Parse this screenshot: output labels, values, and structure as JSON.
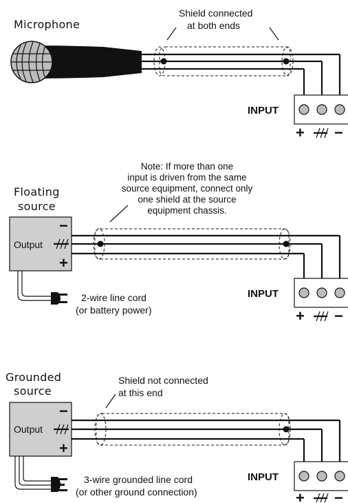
{
  "mic": {
    "title": "Microphone",
    "note": [
      "Shield connected",
      "at both ends"
    ]
  },
  "floating": {
    "title": [
      "Floating",
      "source"
    ],
    "output_label": "Output",
    "note": [
      "Note: If more than one",
      "input is driven from the same",
      "source equipment, connect only",
      "one shield at the source",
      "equipment chassis."
    ],
    "cord": [
      "2-wire line cord",
      "(or battery power)"
    ]
  },
  "grounded": {
    "title": [
      "Grounded",
      "source"
    ],
    "output_label": "Output",
    "note": [
      "Shield not connected",
      "at this end"
    ],
    "cord": [
      "3-wire grounded line cord",
      "(or other ground connection)"
    ]
  },
  "input": {
    "label": "INPUT",
    "plus": "+",
    "minus": "−",
    "ground_symbol": "⏚"
  },
  "colors": {
    "ink": "#111111",
    "box_fill": "#cfcfcf",
    "terminal_fill": "#bdbdbd",
    "mic_head": "#bcbcbc"
  }
}
